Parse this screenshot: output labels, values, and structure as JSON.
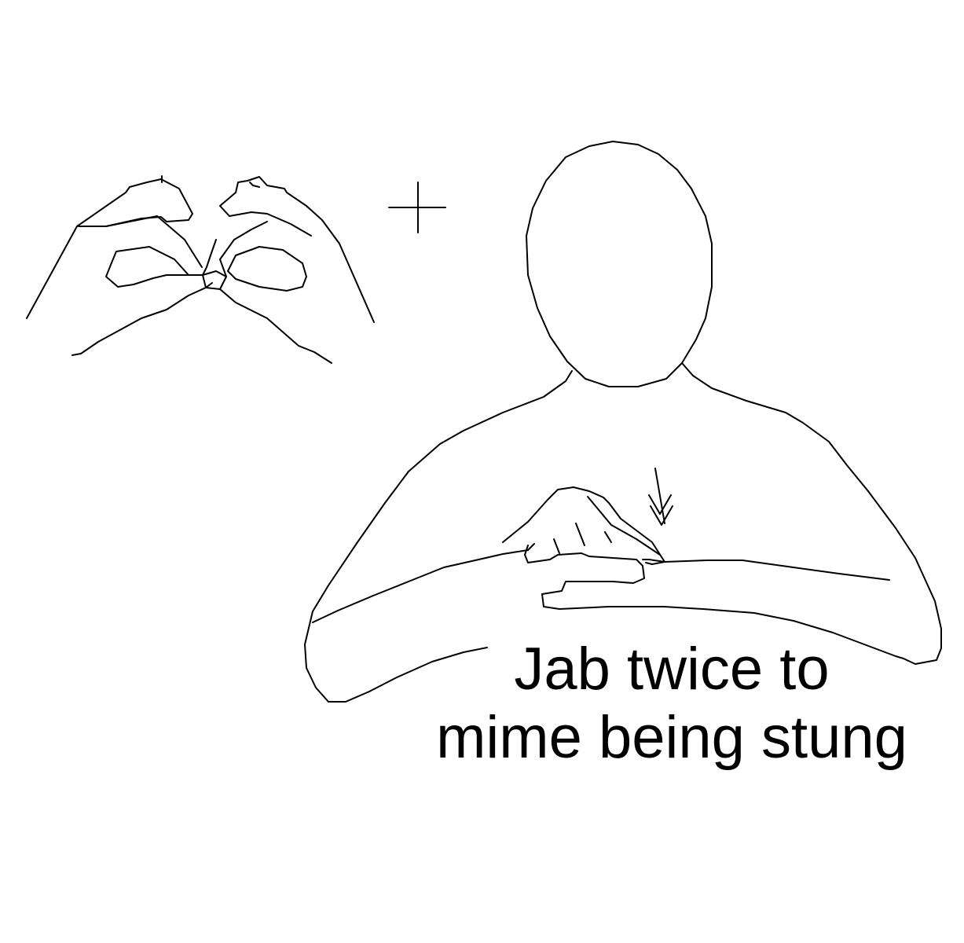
{
  "caption": {
    "line1": "Jab twice to",
    "line2": "mime being stung"
  },
  "colors": {
    "ink": "#000000",
    "background": "#ffffff"
  },
  "icons": {
    "join_mark": "plus-sign",
    "movement_mark": "double-down-arrow"
  }
}
